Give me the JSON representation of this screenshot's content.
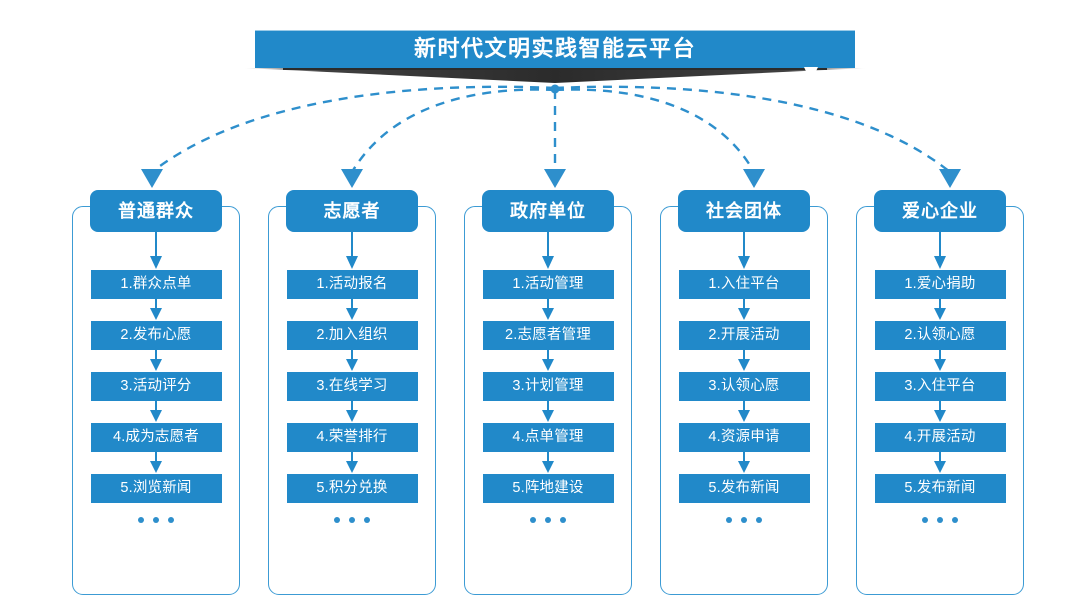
{
  "banner": {
    "title": "新时代文明实践智能云平台",
    "chevron_icon": "chevron-down-icon",
    "bar_color": "#2189c9",
    "shadow_color": "#2b2b2b",
    "text_color": "#ffffff"
  },
  "connectors": {
    "style": "dashed",
    "color": "#2e8fcc",
    "arrow_icon": "arrow-down-icon",
    "origin_label": "新时代文明实践智能云平台",
    "count": 5
  },
  "theme": {
    "accent": "#2189c9",
    "frame_border": "#3c9bd4",
    "dot": "#2e8fcc",
    "background": "#ffffff"
  },
  "columns": [
    {
      "header": "普通群众",
      "items": [
        "1.群众点单",
        "2.发布心愿",
        "3.活动评分",
        "4.成为志愿者",
        "5.浏览新闻"
      ],
      "more": "..."
    },
    {
      "header": "志愿者",
      "items": [
        "1.活动报名",
        "2.加入组织",
        "3.在线学习",
        "4.荣誉排行",
        "5.积分兑换"
      ],
      "more": "..."
    },
    {
      "header": "政府单位",
      "items": [
        "1.活动管理",
        "2.志愿者管理",
        "3.计划管理",
        "4.点单管理",
        "5.阵地建设"
      ],
      "more": "..."
    },
    {
      "header": "社会团体",
      "items": [
        "1.入住平台",
        "2.开展活动",
        "3.认领心愿",
        "4.资源申请",
        "5.发布新闻"
      ],
      "more": "..."
    },
    {
      "header": "爱心企业",
      "items": [
        "1.爱心捐助",
        "2.认领心愿",
        "3.入住平台",
        "4.开展活动",
        "5.发布新闻"
      ],
      "more": "..."
    }
  ]
}
